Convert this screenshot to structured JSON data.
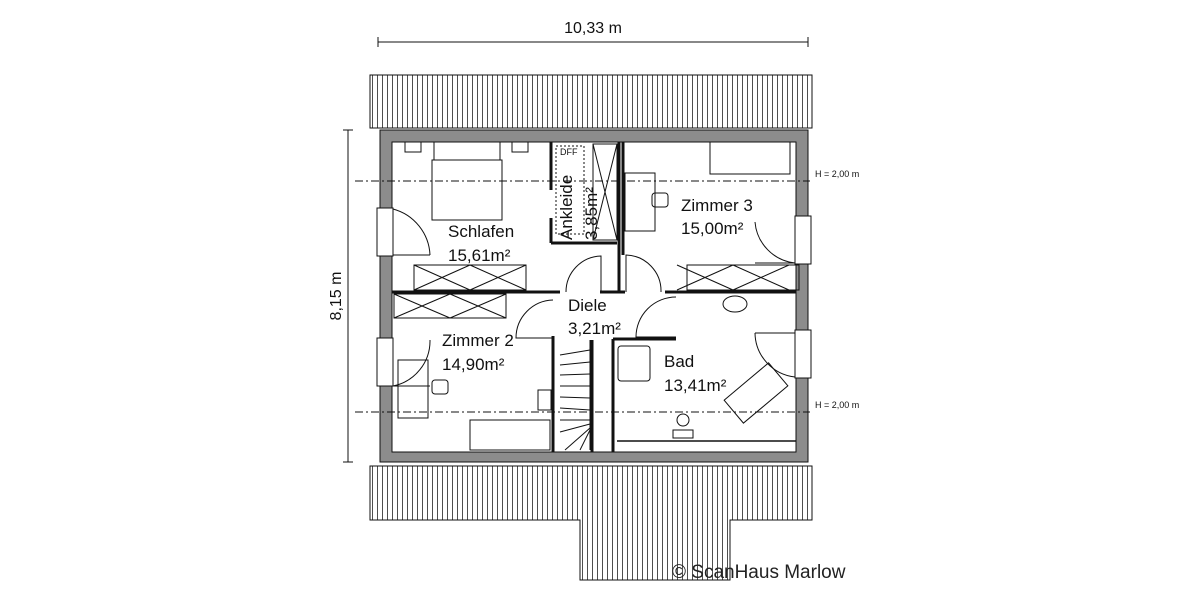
{
  "dimensions": {
    "width": "10,33 m",
    "depth": "8,15 m"
  },
  "height_markers": [
    "H = 2,00 m",
    "H = 2,00 m"
  ],
  "rooms": [
    {
      "name": "Schlafen",
      "area": "15,61m²"
    },
    {
      "name": "Ankleide",
      "area": "3,85m²"
    },
    {
      "name": "Zimmer 3",
      "area": "15,00m²"
    },
    {
      "name": "Diele",
      "area": "3,21m²"
    },
    {
      "name": "Zimmer 2",
      "area": "14,90m²"
    },
    {
      "name": "Bad",
      "area": "13,41m²"
    }
  ],
  "dff_label": "DFF",
  "copyright": "© ScanHaus Marlow",
  "colors": {
    "wall": "#8c8c8c",
    "line": "#111111"
  }
}
